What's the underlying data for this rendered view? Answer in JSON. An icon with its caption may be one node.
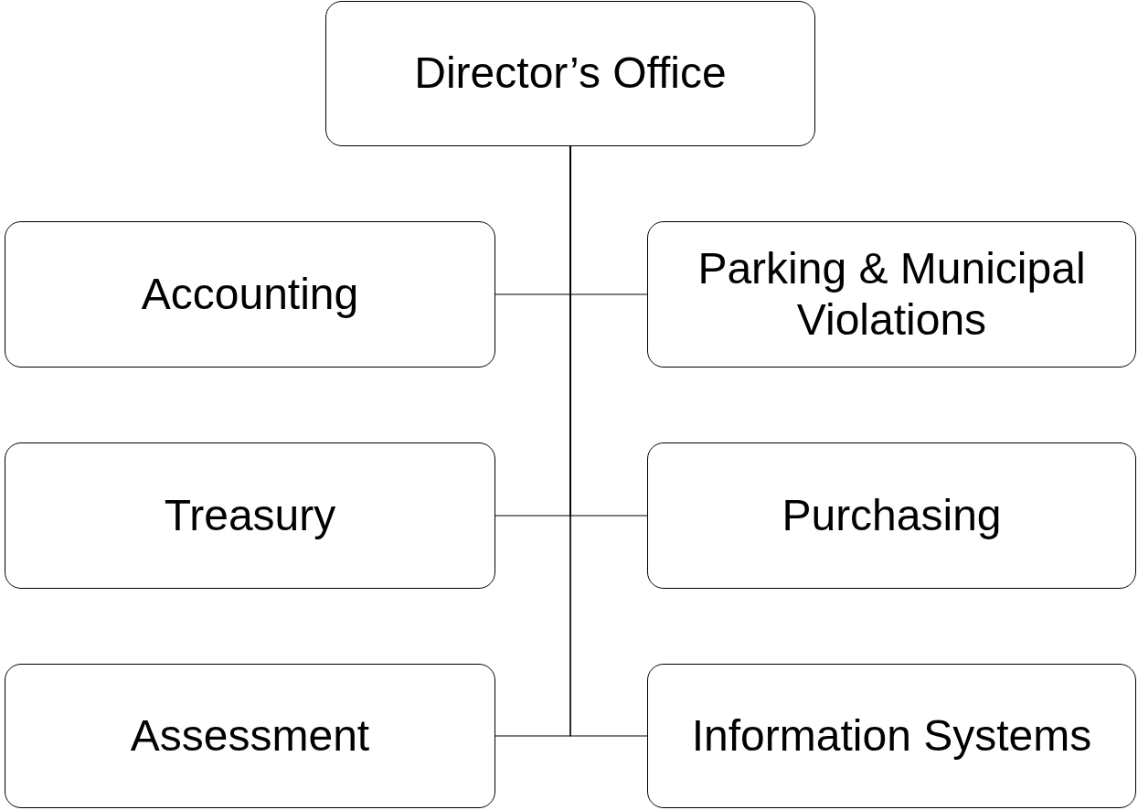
{
  "diagram": {
    "nodes": [
      {
        "text": [
          "Director’s Office"
        ]
      },
      {
        "text": [
          "Accounting"
        ]
      },
      {
        "text": [
          "Parking & Municipal Violations"
        ]
      },
      {
        "text": [
          "Treasury"
        ]
      },
      {
        "text": [
          "Purchasing"
        ]
      },
      {
        "text": [
          "Assessment"
        ]
      },
      {
        "text": [
          "Information Systems"
        ]
      }
    ],
    "edges": [
      {
        "from": 0,
        "to": 1,
        "arrow": "none"
      },
      {
        "from": 0,
        "to": 2,
        "arrow": "none"
      },
      {
        "from": 0,
        "to": 3,
        "arrow": "none"
      },
      {
        "from": 0,
        "to": 4,
        "arrow": "none"
      },
      {
        "from": 0,
        "to": 5,
        "arrow": "none"
      },
      {
        "from": 0,
        "to": 6,
        "arrow": "none"
      }
    ]
  }
}
